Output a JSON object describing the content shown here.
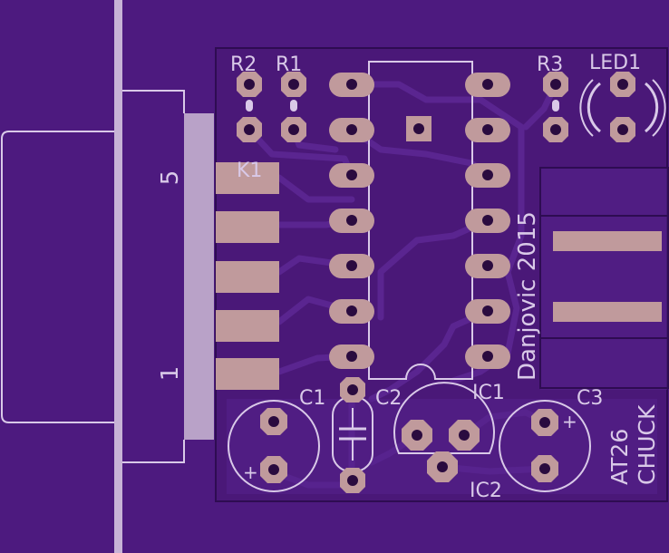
{
  "colors": {
    "background": "#4d1a7f",
    "board": "#4a1878",
    "trace": "#5a2590",
    "silkscreen": "#d9c9e8",
    "copper": "#c09a9c",
    "hole": "#2a0b3f",
    "connector_body": "#b9a2c8"
  },
  "labels": {
    "r2": "R2",
    "r1": "R1",
    "r3": "R3",
    "led1": "LED1",
    "k1": "K1",
    "pin5": "5",
    "pin1": "1",
    "c1": "C1",
    "c2": "C2",
    "c3": "C3",
    "ic1": "IC1",
    "ic2": "IC2",
    "credit": "Danjovic 2015",
    "title_line1": "AT26",
    "title_line2": "CHUCK",
    "plus_c1": "+",
    "plus_c3": "+"
  }
}
